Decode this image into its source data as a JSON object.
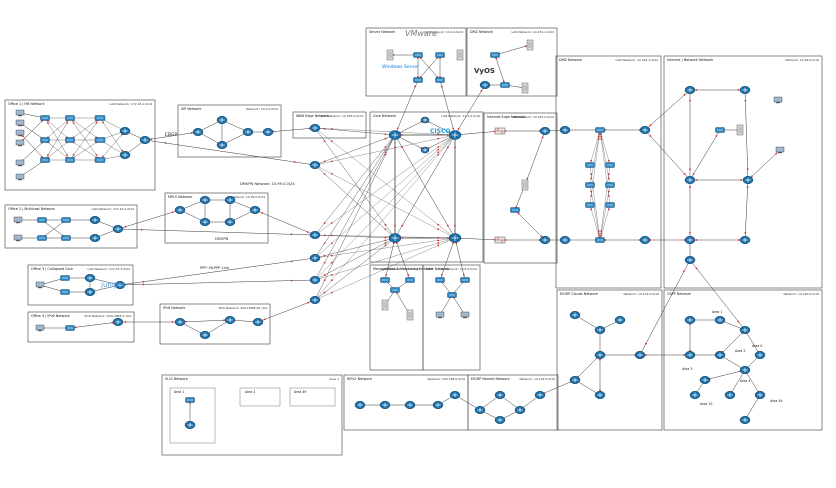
{
  "palette": {
    "router": "#1a6fa8",
    "switch": "#2b87c4",
    "link": "#3a3a3a",
    "box_border": "#555555",
    "port": "#d32f2f",
    "firewall": "#c0392b",
    "cisco": "#1b9ed8",
    "windows": "#0078d7"
  },
  "boxes": [
    {
      "id": "office1",
      "title": "Office 1 | HR Network",
      "subtitle": "LAN Network: 172.16.1.0/24"
    },
    {
      "id": "isp",
      "title": "ISP Network",
      "subtitle": "Network: 10.0.0.0/24"
    },
    {
      "id": "wan_edge",
      "title": "WAN Edge Network",
      "subtitle": "LAN Network: 10.255.0.0/24"
    },
    {
      "id": "core",
      "title": "Core Network",
      "subtitle": "LAN Network: 10.1.0.0/16"
    },
    {
      "id": "server",
      "title": "Server Network",
      "subtitle": "LAN Network: 10.2.0.0/24"
    },
    {
      "id": "dmz_top",
      "title": "DMZ Network",
      "subtitle": "LAN Network: 10.251.1.0/24"
    },
    {
      "id": "internet_edge",
      "title": "Internet Edge Network",
      "subtitle": "LAN Network: 10.252.0.0/24"
    },
    {
      "id": "dmz",
      "title": "DMZ Network",
      "subtitle": "LAN Network: 10.254.1.0/24"
    },
    {
      "id": "inet_nw",
      "title": "Internet | Network Network",
      "subtitle": "Network: 10.99.0.0/16"
    },
    {
      "id": "office2",
      "title": "Office 2 | Multicast Network",
      "subtitle": "LAN Network: 172.16.2.0/24"
    },
    {
      "id": "mpls",
      "title": "MPLS Network",
      "subtitle": "Network: 10.99.0.0/24"
    },
    {
      "id": "office3",
      "title": "Office 3 | Collapsed Core",
      "subtitle": "LAN Network: 172.16.3.0/24"
    },
    {
      "id": "office4",
      "title": "Office 4 | IPv6 Network",
      "subtitle": "IPv6 Network: 2001:DB8:4::/64"
    },
    {
      "id": "ipv6",
      "title": "IPv6 Network",
      "subtitle": "IPv6 Network: 2001:DB8:99::/64"
    },
    {
      "id": "mgmt",
      "title": "Management & Monitoring Network",
      "subtitle": "LAN Network: 10.3.0.0/24"
    },
    {
      "id": "user",
      "title": "User Network",
      "subtitle": "LAN Network: 10.5.0.0/24"
    },
    {
      "id": "eigrp_cloud",
      "title": "EIGRP Clouds Network",
      "subtitle": "Network: 10.101.0.0/16"
    },
    {
      "id": "ospf",
      "title": "OSPF Network",
      "subtitle": "Network: 10.100.0.0/16"
    },
    {
      "id": "isis",
      "title": "IS-IS Network",
      "subtitle": "Area 1"
    },
    {
      "id": "ripv2",
      "title": "RIPv2 Network",
      "subtitle": "Network: 192.168.0.0/16"
    },
    {
      "id": "eigrp_named",
      "title": "EIGRP Named Network",
      "subtitle": "Network: 10.102.0.0/16"
    }
  ],
  "labels": {
    "ebgp": "EBGP",
    "dmvpn": "DMVPN",
    "dmvpn2": "DMVPN",
    "dmvpn_net": "DMVPN Network: 10.99.0.0/24",
    "ppp": "PPP: MLPPP Link",
    "cisco_logo": "CISCO",
    "vmware_logo": "VMware",
    "windows_logo": "Windows Server",
    "vyos_logo": "VyOS",
    "juniper_logo": "juniper",
    "area0": "Area 0",
    "area1": "Area 1",
    "area2": "Area 2",
    "area3": "Area 3",
    "area4": "Area 4",
    "area10": "Area 10",
    "area49": "Area 49",
    "isis_area2": "Area 2",
    "isis_area49": "Area 49"
  }
}
